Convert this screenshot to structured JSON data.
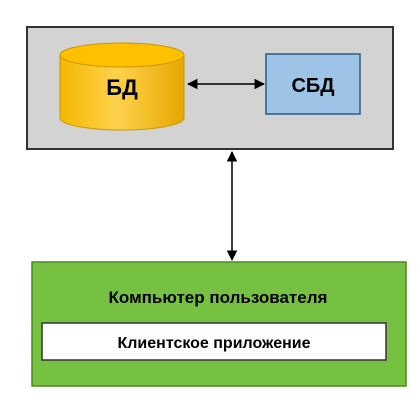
{
  "nodes": {
    "db": {
      "label": "БД",
      "fill": "#FFC000",
      "stroke": "#CC9900"
    },
    "dbms": {
      "label": "СБД",
      "fill": "#9DC3E6",
      "stroke": "#2E5A88"
    },
    "client_pc": {
      "label": "Компьютер пользователя",
      "fill": "#77C142",
      "stroke": "#4A8A1C"
    },
    "client_app": {
      "label": "Клиентское приложение",
      "fill": "#FFFFFF",
      "stroke": "#333333"
    }
  },
  "containers": {
    "server": {
      "fill": "#D3D3D3",
      "stroke": "#333333"
    }
  },
  "edges": [
    {
      "from": "db",
      "to": "dbms",
      "style": "double-arrow"
    },
    {
      "from": "server",
      "to": "client_pc",
      "style": "double-arrow"
    }
  ]
}
